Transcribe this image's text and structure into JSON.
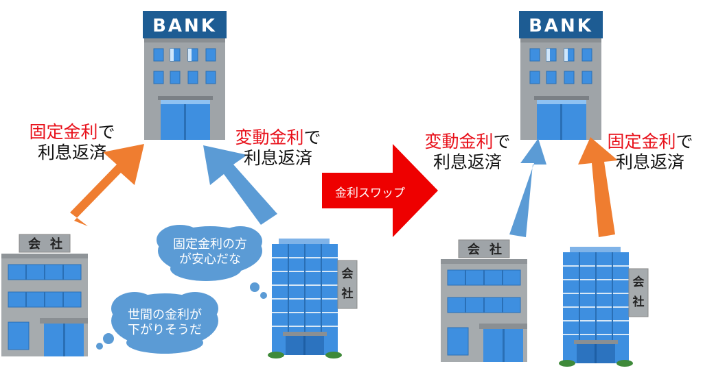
{
  "bank_sign": "BANK",
  "company_sign": [
    "会",
    "社"
  ],
  "swap_label": "金利スワップ",
  "left": {
    "fixed_label": {
      "highlight": "固定金利",
      "suffix": "で",
      "line2": "利息返済"
    },
    "variable_label": {
      "highlight": "変動金利",
      "suffix": "で",
      "line2": "利息返済"
    },
    "thought_fixed": {
      "line1": "固定金利の方",
      "line2": "が安心だな"
    },
    "thought_variable": {
      "line1": "世間の金利が",
      "line2": "下がりそうだ"
    }
  },
  "right": {
    "variable_label": {
      "highlight": "変動金利",
      "suffix": "で",
      "line2": "利息返済"
    },
    "fixed_label": {
      "highlight": "固定金利",
      "suffix": "で",
      "line2": "利息返済"
    }
  },
  "colors": {
    "fixed_arrow": "#ef7d30",
    "variable_arrow": "#5b9bd5",
    "swap_arrow": "#ee0000",
    "highlight_text": "#e8101a",
    "bubble": "#5b9bd5",
    "bank_header": "#1d5c93"
  }
}
